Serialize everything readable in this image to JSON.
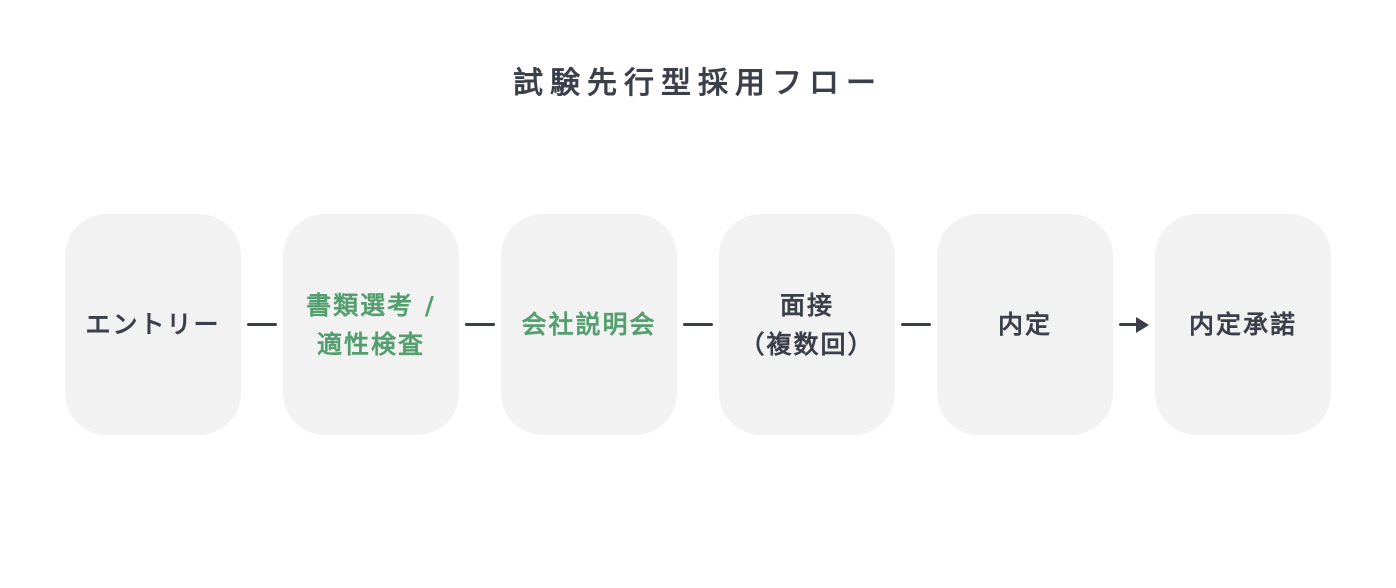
{
  "title": "試験先行型採用フロー",
  "colors": {
    "dark": "#3b3f4a",
    "green": "#53a06e",
    "box_background": "#f2f2f3",
    "connector": "#3a3f4b"
  },
  "steps": [
    {
      "lines": [
        "エントリー"
      ],
      "color": "dark"
    },
    {
      "lines": [
        "書類選考 /",
        "適性検査"
      ],
      "color": "green"
    },
    {
      "lines": [
        "会社説明会"
      ],
      "color": "green"
    },
    {
      "lines": [
        "面接",
        "（複数回）"
      ],
      "color": "dark"
    },
    {
      "lines": [
        "内定"
      ],
      "color": "dark"
    },
    {
      "lines": [
        "内定承諾"
      ],
      "color": "dark"
    }
  ],
  "connectors": [
    "line",
    "line",
    "line",
    "line",
    "arrow"
  ]
}
